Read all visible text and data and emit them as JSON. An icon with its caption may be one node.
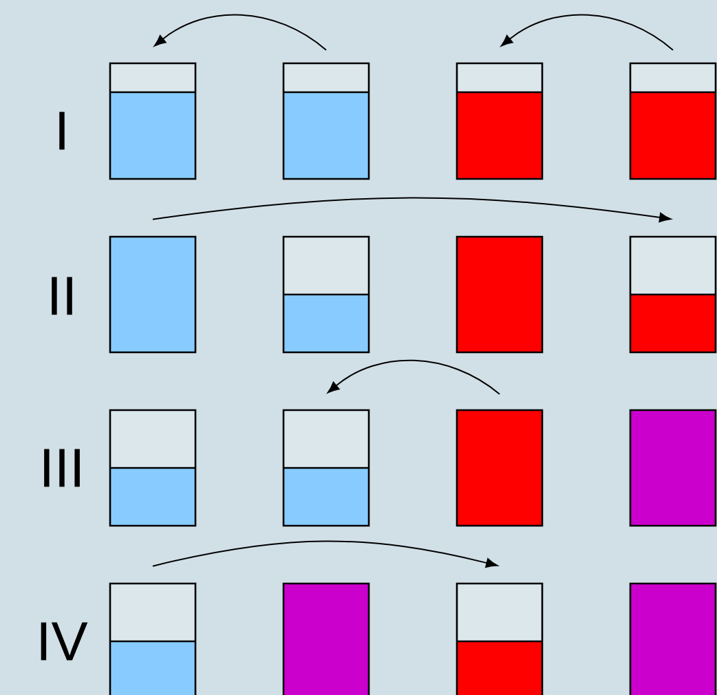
{
  "diagram": {
    "nodes": [
      {
        "text": [],
        "shape": "box"
      },
      {
        "text": [],
        "shape": "box"
      },
      {
        "text": [],
        "shape": "box"
      },
      {
        "text": [],
        "shape": "box"
      },
      {
        "text": [],
        "shape": "box"
      },
      {
        "text": [],
        "shape": "box"
      },
      {
        "text": [],
        "shape": "box"
      },
      {
        "text": [],
        "shape": "box"
      },
      {
        "text": [],
        "shape": "box"
      },
      {
        "text": [],
        "shape": "box"
      },
      {
        "text": [],
        "shape": "box"
      },
      {
        "text": [],
        "shape": "box"
      },
      {
        "text": [],
        "shape": "box"
      },
      {
        "text": [],
        "shape": "box"
      },
      {
        "text": [],
        "shape": "box"
      },
      {
        "text": [],
        "shape": "box"
      }
    ],
    "edges": [
      {
        "from": 1,
        "to": 0,
        "arrow": "to"
      },
      {
        "from": 3,
        "to": 2,
        "arrow": "to"
      },
      {
        "from": 4,
        "to": 7,
        "arrow": "to"
      },
      {
        "from": 10,
        "to": 9,
        "arrow": "to"
      },
      {
        "from": 12,
        "to": 14,
        "arrow": "to"
      }
    ],
    "labels": [
      "I",
      "II",
      "III",
      "IV"
    ]
  }
}
